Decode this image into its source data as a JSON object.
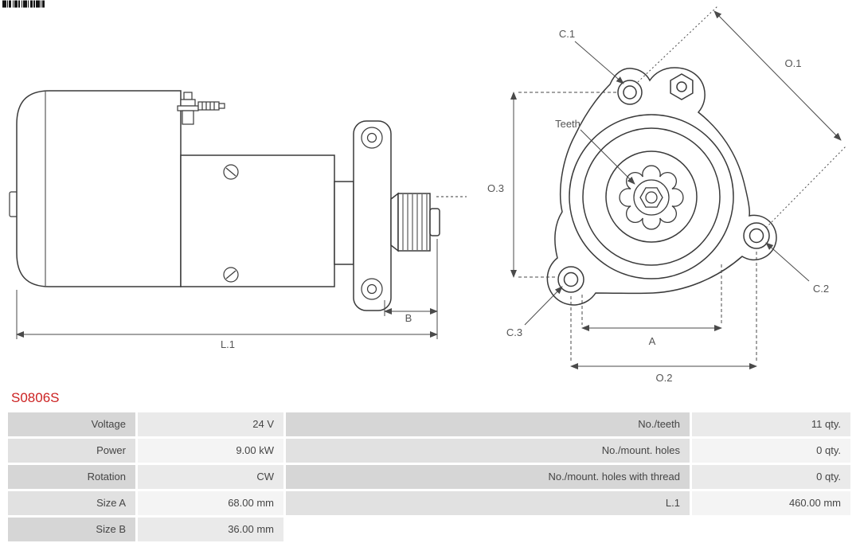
{
  "part_number": "S0806S",
  "diagram": {
    "labels": {
      "b": "B",
      "l1": "L.1",
      "c1": "C.1",
      "c2": "C.2",
      "c3": "C.3",
      "o1": "O.1",
      "o2": "O.2",
      "o3": "O.3",
      "a": "A",
      "teeth": "Teeth"
    }
  },
  "specs": {
    "rows": [
      {
        "label_left": "Voltage",
        "value_left": "24 V",
        "label_right": "No./teeth",
        "value_right": "11 qty."
      },
      {
        "label_left": "Power",
        "value_left": "9.00 kW",
        "label_right": "No./mount. holes",
        "value_right": "0 qty."
      },
      {
        "label_left": "Rotation",
        "value_left": "CW",
        "label_right": "No./mount. holes with thread",
        "value_right": "0 qty."
      },
      {
        "label_left": "Size A",
        "value_left": "68.00 mm",
        "label_right": "L.1",
        "value_right": "460.00 mm"
      },
      {
        "label_left": "Size B",
        "value_left": "36.00 mm",
        "label_right": "",
        "value_right": ""
      }
    ]
  },
  "colors": {
    "part_number": "#cc2222",
    "outline": "#3a3a3a",
    "dimension": "#4a4a4a",
    "label_cell_odd": "#d6d6d6",
    "value_cell_odd": "#eaeaea",
    "label_cell_even": "#e1e1e1",
    "value_cell_even": "#f4f4f4"
  }
}
